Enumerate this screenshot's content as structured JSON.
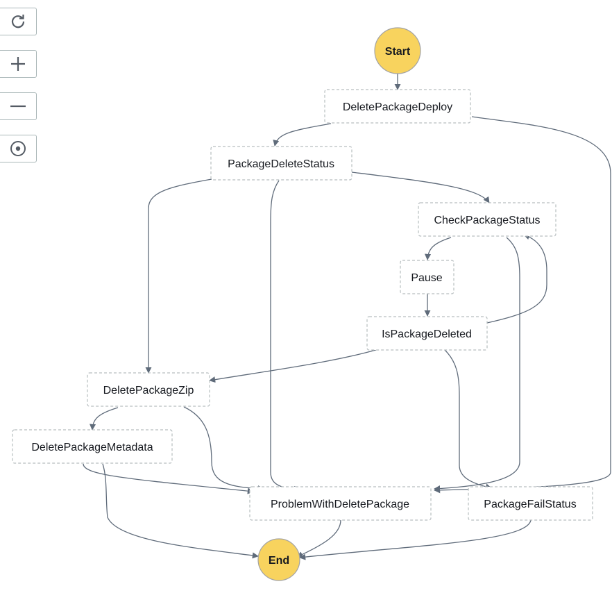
{
  "toolbar": {
    "buttons": [
      {
        "name": "refresh-button",
        "icon": "refresh-icon"
      },
      {
        "name": "zoom-in-button",
        "icon": "plus-icon"
      },
      {
        "name": "zoom-out-button",
        "icon": "minus-icon"
      },
      {
        "name": "center-button",
        "icon": "center-target-icon"
      }
    ]
  },
  "graph": {
    "start": {
      "label": "Start"
    },
    "end": {
      "label": "End"
    },
    "states": {
      "delete_package_deploy": "DeletePackageDeploy",
      "package_delete_status": "PackageDeleteStatus",
      "check_package_status": "CheckPackageStatus",
      "pause": "Pause",
      "is_package_deleted": "IsPackageDeleted",
      "delete_package_zip": "DeletePackageZip",
      "delete_package_metadata": "DeletePackageMetadata",
      "problem_with_delete_package": "ProblemWithDeletePackage",
      "package_fail_status": "PackageFailStatus"
    },
    "transitions": [
      [
        "start",
        "delete_package_deploy"
      ],
      [
        "delete_package_deploy",
        "package_delete_status"
      ],
      [
        "delete_package_deploy",
        "problem_with_delete_package"
      ],
      [
        "package_delete_status",
        "delete_package_zip"
      ],
      [
        "package_delete_status",
        "problem_with_delete_package"
      ],
      [
        "package_delete_status",
        "check_package_status"
      ],
      [
        "check_package_status",
        "pause"
      ],
      [
        "check_package_status",
        "problem_with_delete_package"
      ],
      [
        "pause",
        "is_package_deleted"
      ],
      [
        "is_package_deleted",
        "check_package_status"
      ],
      [
        "is_package_deleted",
        "delete_package_zip"
      ],
      [
        "is_package_deleted",
        "package_fail_status"
      ],
      [
        "delete_package_zip",
        "delete_package_metadata"
      ],
      [
        "delete_package_zip",
        "problem_with_delete_package"
      ],
      [
        "delete_package_metadata",
        "problem_with_delete_package"
      ],
      [
        "delete_package_metadata",
        "end"
      ],
      [
        "problem_with_delete_package",
        "end"
      ],
      [
        "package_fail_status",
        "end"
      ]
    ],
    "colors": {
      "terminal_fill": "#f8d35e",
      "edge": "#5f6b7a",
      "node_border": "#b6bdbf"
    }
  }
}
